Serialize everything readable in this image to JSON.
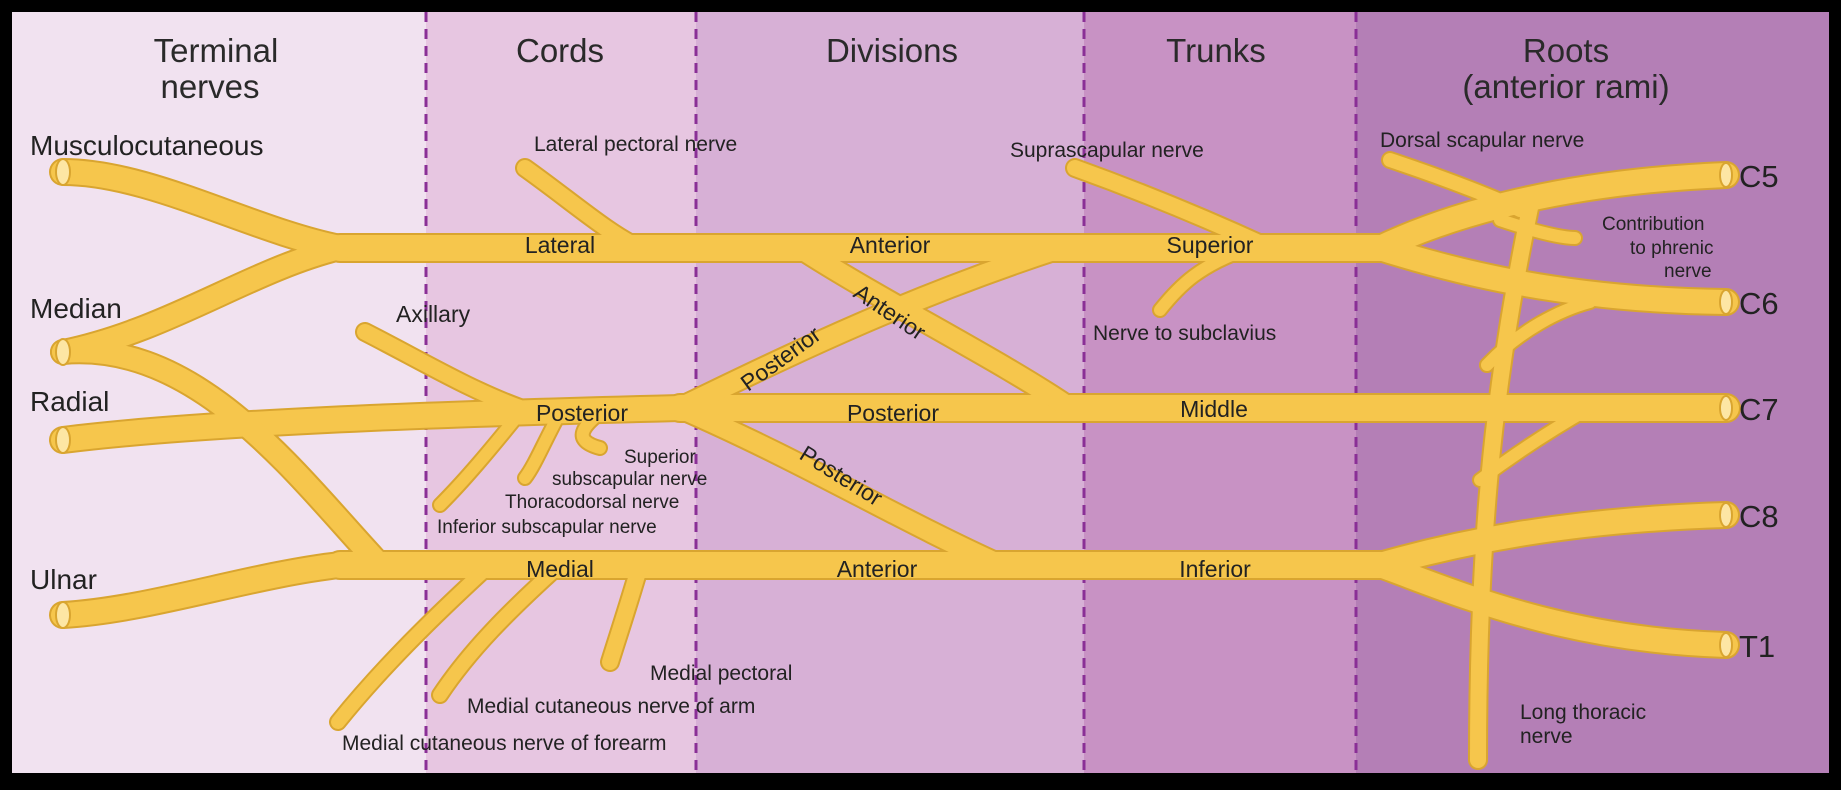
{
  "headers": {
    "terminal_line1": "Terminal",
    "terminal_line2": "nerves",
    "cords": "Cords",
    "divisions": "Divisions",
    "trunks": "Trunks",
    "roots_line1": "Roots",
    "roots_line2": "(anterior rami)"
  },
  "terminal_nerves": {
    "musculocutaneous": "Musculocutaneous",
    "median": "Median",
    "radial": "Radial",
    "ulnar": "Ulnar"
  },
  "branches": {
    "lateral_pectoral": "Lateral pectoral nerve",
    "axillary": "Axillary",
    "superior_subscapular_1": "Superior",
    "superior_subscapular_2": "subscapular nerve",
    "thoracodorsal": "Thoracodorsal nerve",
    "inferior_subscapular": "Inferior subscapular nerve",
    "medial_pectoral": "Medial pectoral",
    "medial_cutaneous_arm": "Medial cutaneous nerve of arm",
    "medial_cutaneous_forearm": "Medial cutaneous nerve of forearm",
    "suprascapular": "Suprascapular nerve",
    "nerve_to_subclavius": "Nerve to subclavius",
    "dorsal_scapular": "Dorsal scapular nerve",
    "phrenic_1": "Contribution",
    "phrenic_2": "to phrenic",
    "phrenic_3": "nerve",
    "long_thoracic_1": "Long thoracic",
    "long_thoracic_2": "nerve"
  },
  "inline_labels": {
    "cord_lateral": "Lateral",
    "cord_posterior": "Posterior",
    "cord_medial": "Medial",
    "div_anterior_top": "Anterior",
    "div_anterior_diag": "Anterior",
    "div_posterior_diag_up": "Posterior",
    "div_posterior_mid": "Posterior",
    "div_posterior_diag_down": "Posterior",
    "div_anterior_bottom": "Anterior",
    "trunk_superior": "Superior",
    "trunk_middle": "Middle",
    "trunk_inferior": "Inferior"
  },
  "roots": [
    "C5",
    "C6",
    "C7",
    "C8",
    "T1"
  ],
  "colors": {
    "band_terminal": "#f1e2f0",
    "band_cords": "#e7c6e1",
    "band_divisions": "#d7b0d6",
    "band_trunks": "#c892c4",
    "band_roots": "#b47fb6",
    "divider": "#8a2f96",
    "nerve": "#f6c64c",
    "nerve_edge": "#d9a530",
    "frame": "#000000"
  }
}
